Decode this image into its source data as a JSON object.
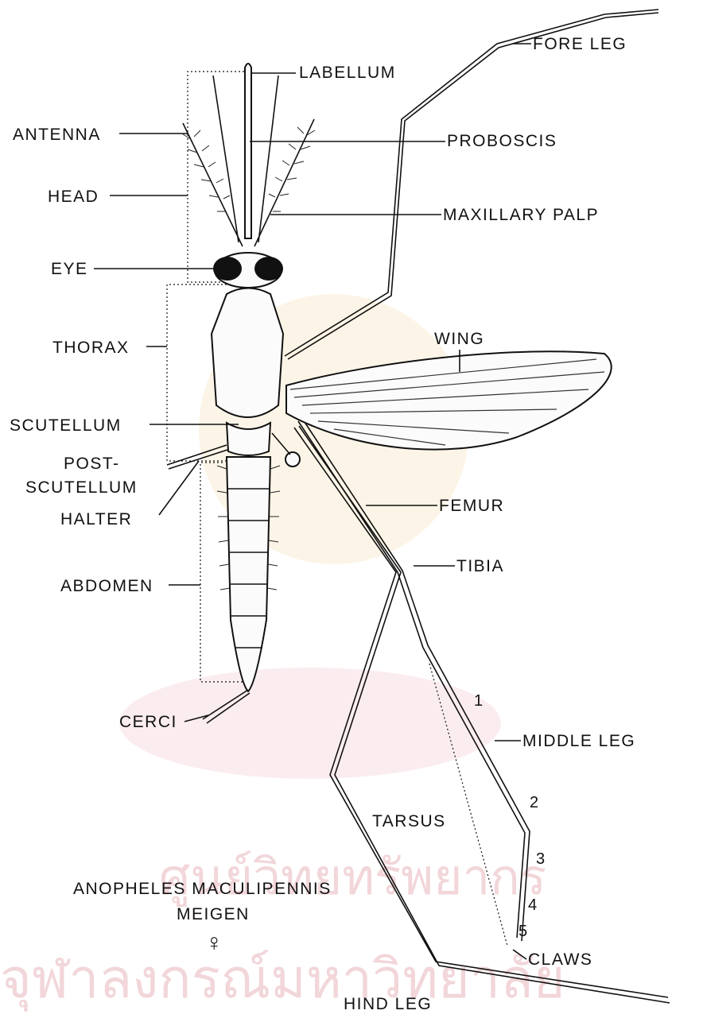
{
  "labels": {
    "fore_leg": "FORE LEG",
    "labellum": "LABELLUM",
    "antenna": "ANTENNA",
    "proboscis": "PROBOSCIS",
    "head": "HEAD",
    "maxillary_palp": "MAXILLARY PALP",
    "eye": "EYE",
    "thorax": "THORAX",
    "wing": "WING",
    "scutellum": "SCUTELLUM",
    "post_scutellum_1": "POST-",
    "post_scutellum_2": "SCUTELLUM",
    "halter": "HALTER",
    "femur": "FEMUR",
    "tibia": "TIBIA",
    "abdomen": "ABDOMEN",
    "cerci": "CERCI",
    "middle_leg": "MIDDLE LEG",
    "tarsus": "TARSUS",
    "claws": "CLAWS",
    "hind_leg": "HIND LEG"
  },
  "tarsal_segments": [
    "1",
    "2",
    "3",
    "4",
    "5"
  ],
  "species": {
    "line1": "ANOPHELES MACULIPENNIS",
    "line2": "MEIGEN",
    "sex_symbol": "♀"
  },
  "watermark": {
    "line1": "ศูนย์วิทยทรัพยากร",
    "line2": "จุฬาลงกรณ์มหาวิทยาลัย",
    "color": "#e7b5bb"
  }
}
